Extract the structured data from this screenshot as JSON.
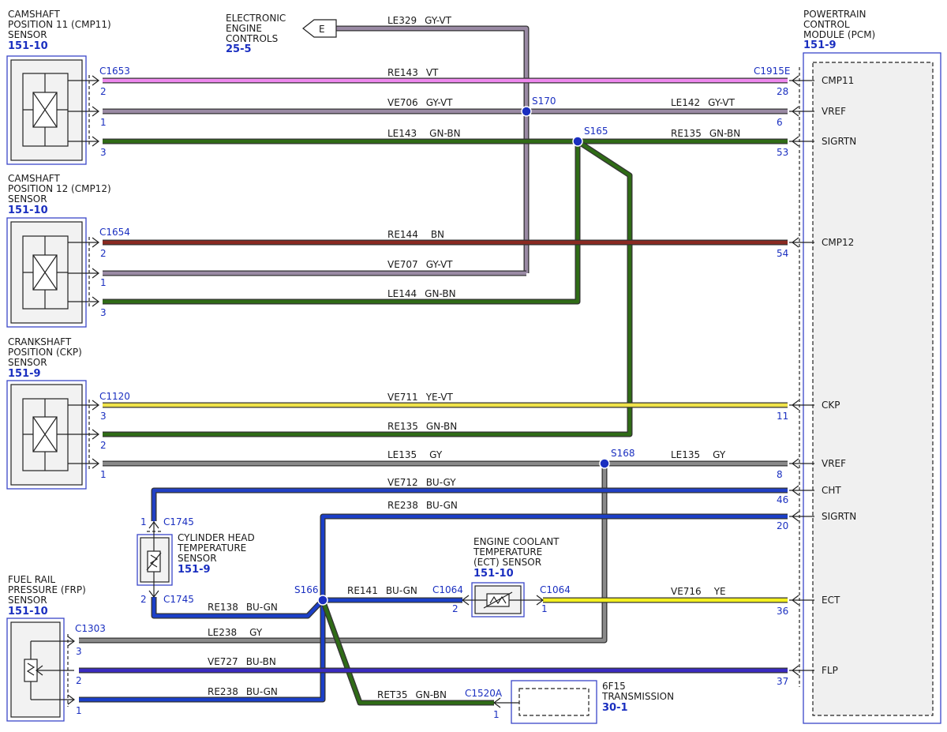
{
  "colors": {
    "VT": "#ee88ee",
    "GY-VT": "#9a8aa4",
    "GN-BN": "#2f6b16",
    "BN": "#8a2a22",
    "YE-VT": "#efe24a",
    "GY": "#8a8a8a",
    "BU-GY": "#2140c4",
    "BU-GN": "#1b3fc8",
    "BU-BN": "#3a2bc0",
    "YE": "#f4f020",
    "splice": "#1a2fc0",
    "label_blue": "#1a2fc0"
  },
  "components": {
    "cmp11": {
      "lines": [
        "CAMSHAFT",
        "POSITION 11 (CMP11)",
        "SENSOR"
      ],
      "ref": "151-10"
    },
    "cmp12": {
      "lines": [
        "CAMSHAFT",
        "POSITION 12 (CMP12)",
        "SENSOR"
      ],
      "ref": "151-10"
    },
    "ckp": {
      "lines": [
        "CRANKSHAFT",
        "POSITION (CKP)",
        "SENSOR"
      ],
      "ref": "151-9"
    },
    "frp": {
      "lines": [
        "FUEL RAIL",
        "PRESSURE (FRP)",
        "SENSOR"
      ],
      "ref": "151-10"
    },
    "eec": {
      "lines": [
        "ELECTRONIC",
        "ENGINE",
        "CONTROLS"
      ],
      "ref": "25-5",
      "tag": "E"
    },
    "pcm": {
      "lines": [
        "POWERTRAIN",
        "CONTROL",
        "MODULE (PCM)"
      ],
      "ref": "151-9"
    },
    "cht": {
      "lines": [
        "CYLINDER HEAD",
        "TEMPERATURE",
        "SENSOR"
      ],
      "ref": "151-9"
    },
    "ect": {
      "lines": [
        "ENGINE COOLANT",
        "TEMPERATURE",
        "(ECT) SENSOR"
      ],
      "ref": "151-10"
    },
    "trans": {
      "lines": [
        "6F15",
        "TRANSMISSION"
      ],
      "ref": "30-1"
    }
  },
  "connectors": {
    "c1653": "C1653",
    "c1654": "C1654",
    "c1120": "C1120",
    "c1303": "C1303",
    "c1915e": "C1915E",
    "c1745_top": "C1745",
    "c1745_bot": "C1745",
    "c1064_left": "C1064",
    "c1064_right": "C1064",
    "c1520a": "C1520A"
  },
  "splices": {
    "s170": "S170",
    "s165": "S165",
    "s168": "S168",
    "s166": "S166"
  },
  "pcm_pins": [
    {
      "label": "CMP11",
      "pin": "28"
    },
    {
      "label": "VREF",
      "pin": "6"
    },
    {
      "label": "SIGRTN",
      "pin": "53"
    },
    {
      "label": "CMP12",
      "pin": "54"
    },
    {
      "label": "CKP",
      "pin": "11"
    },
    {
      "label": "VREF",
      "pin": "8"
    },
    {
      "label": "CHT",
      "pin": "46"
    },
    {
      "label": "SIGRTN",
      "pin": "20"
    },
    {
      "label": "ECT",
      "pin": "36"
    },
    {
      "label": "FLP",
      "pin": "37"
    }
  ],
  "sensor_pins": {
    "cmp11": [
      "2",
      "1",
      "3"
    ],
    "cmp12": [
      "2",
      "1",
      "3"
    ],
    "ckp": [
      "3",
      "2",
      "1"
    ],
    "frp": [
      "3",
      "2",
      "1"
    ],
    "cht_top": "1",
    "cht_bot": "2",
    "ect_left": "2",
    "ect_right": "1",
    "trans": "1"
  },
  "wires": {
    "le329": {
      "circuit": "LE329",
      "color": "GY-VT"
    },
    "re143": {
      "circuit": "RE143",
      "color": "VT"
    },
    "ve706": {
      "circuit": "VE706",
      "color": "GY-VT"
    },
    "le142": {
      "circuit": "LE142",
      "color": "GY-VT"
    },
    "le143": {
      "circuit": "LE143",
      "color": "GN-BN"
    },
    "re135a": {
      "circuit": "RE135",
      "color": "GN-BN"
    },
    "re144": {
      "circuit": "RE144",
      "color": "BN"
    },
    "ve707": {
      "circuit": "VE707",
      "color": "GY-VT"
    },
    "le144": {
      "circuit": "LE144",
      "color": "GN-BN"
    },
    "ve711": {
      "circuit": "VE711",
      "color": "YE-VT"
    },
    "re135b": {
      "circuit": "RE135",
      "color": "GN-BN"
    },
    "le135a": {
      "circuit": "LE135",
      "color": "GY"
    },
    "le135b": {
      "circuit": "LE135",
      "color": "GY"
    },
    "ve712": {
      "circuit": "VE712",
      "color": "BU-GY"
    },
    "re238a": {
      "circuit": "RE238",
      "color": "BU-GN"
    },
    "re138": {
      "circuit": "RE138",
      "color": "BU-GN"
    },
    "re141": {
      "circuit": "RE141",
      "color": "BU-GN"
    },
    "ve716": {
      "circuit": "VE716",
      "color": "YE"
    },
    "le238": {
      "circuit": "LE238",
      "color": "GY"
    },
    "ve727": {
      "circuit": "VE727",
      "color": "BU-BN"
    },
    "re238b": {
      "circuit": "RE238",
      "color": "BU-GN"
    },
    "ret35": {
      "circuit": "RET35",
      "color": "GN-BN"
    }
  }
}
